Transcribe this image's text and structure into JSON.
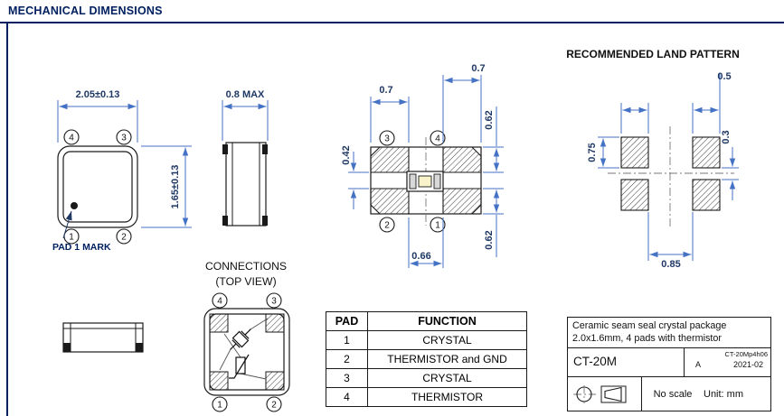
{
  "header": {
    "title": "MECHANICAL DIMENSIONS"
  },
  "sections": {
    "land_pattern": "RECOMMENDED LAND PATTERN",
    "connections_line1": "CONNECTIONS",
    "connections_line2": "(TOP VIEW)"
  },
  "top_view": {
    "width_dim": "2.05±0.13",
    "height_dim": "1.65±0.13",
    "pad1_mark": "PAD 1 MARK"
  },
  "side_view": {
    "height_dim": "0.8 MAX"
  },
  "bottom_view": {
    "dim_top_left": "0.7",
    "dim_top_right": "0.7",
    "dim_left": "0.42",
    "dim_right_top": "0.62",
    "dim_right_bottom": "0.62",
    "dim_bottom": "0.66"
  },
  "land_pattern": {
    "dim_top": "0.5",
    "dim_right": "0.3",
    "dim_left": "0.75",
    "dim_bottom": "0.85"
  },
  "pad_numbers": {
    "p1": "1",
    "p2": "2",
    "p3": "3",
    "p4": "4"
  },
  "table": {
    "headers": [
      "PAD",
      "FUNCTION"
    ],
    "rows": [
      {
        "pad": "1",
        "function": "CRYSTAL"
      },
      {
        "pad": "2",
        "function": "THERMISTOR and GND"
      },
      {
        "pad": "3",
        "function": "CRYSTAL"
      },
      {
        "pad": "4",
        "function": "THERMISTOR"
      }
    ]
  },
  "title_block": {
    "desc_line1": "Ceramic seam seal crystal package",
    "desc_line2": "2.0x1.6mm, 4 pads with thermistor",
    "part_number": "CT-20M",
    "doc_code": "CT-20Mp4h06",
    "revision": "A",
    "date": "2021-02",
    "scale": "No scale",
    "unit": "Unit: mm"
  },
  "colors": {
    "header_navy": "#002060",
    "dim_line_blue": "#4472C4",
    "dim_text_navy": "#1F3864",
    "line_black": "#1a1a1a"
  }
}
